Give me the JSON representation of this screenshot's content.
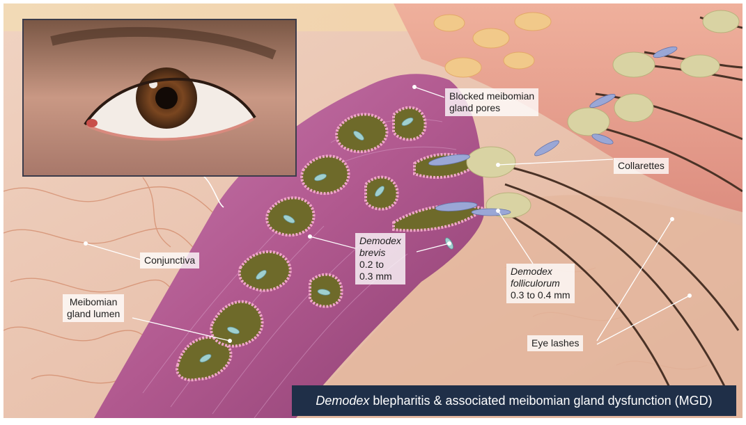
{
  "labels": {
    "blocked_pores": [
      "Blocked meibomian",
      "gland pores"
    ],
    "collarettes": "Collarettes",
    "conjunctiva": "Conjunctiva",
    "demodex_brevis": {
      "name": [
        "Demodex",
        "brevis"
      ],
      "size": [
        "0.2 to",
        "0.3 mm"
      ]
    },
    "demodex_folliculorum": {
      "name": [
        "Demodex",
        "folliculorum"
      ],
      "size": "0.3 to 0.4 mm"
    },
    "meibomian_lumen": [
      "Meibomian",
      "gland lumen"
    ],
    "eye_lashes": "Eye lashes"
  },
  "caption": {
    "italic": "Demodex",
    "rest": " blepharitis & associated meibomian gland dysfunction (MGD)"
  },
  "colors": {
    "caption_bg": "#1f2f48",
    "tarsus": "#b45f96",
    "conjunctiva": "#e6bfa7",
    "lid_margin": "#e49a8c",
    "mite": "#9aa7d6",
    "collarette": "#d7d3a5",
    "gland_lumen": "#6e6a2a"
  }
}
